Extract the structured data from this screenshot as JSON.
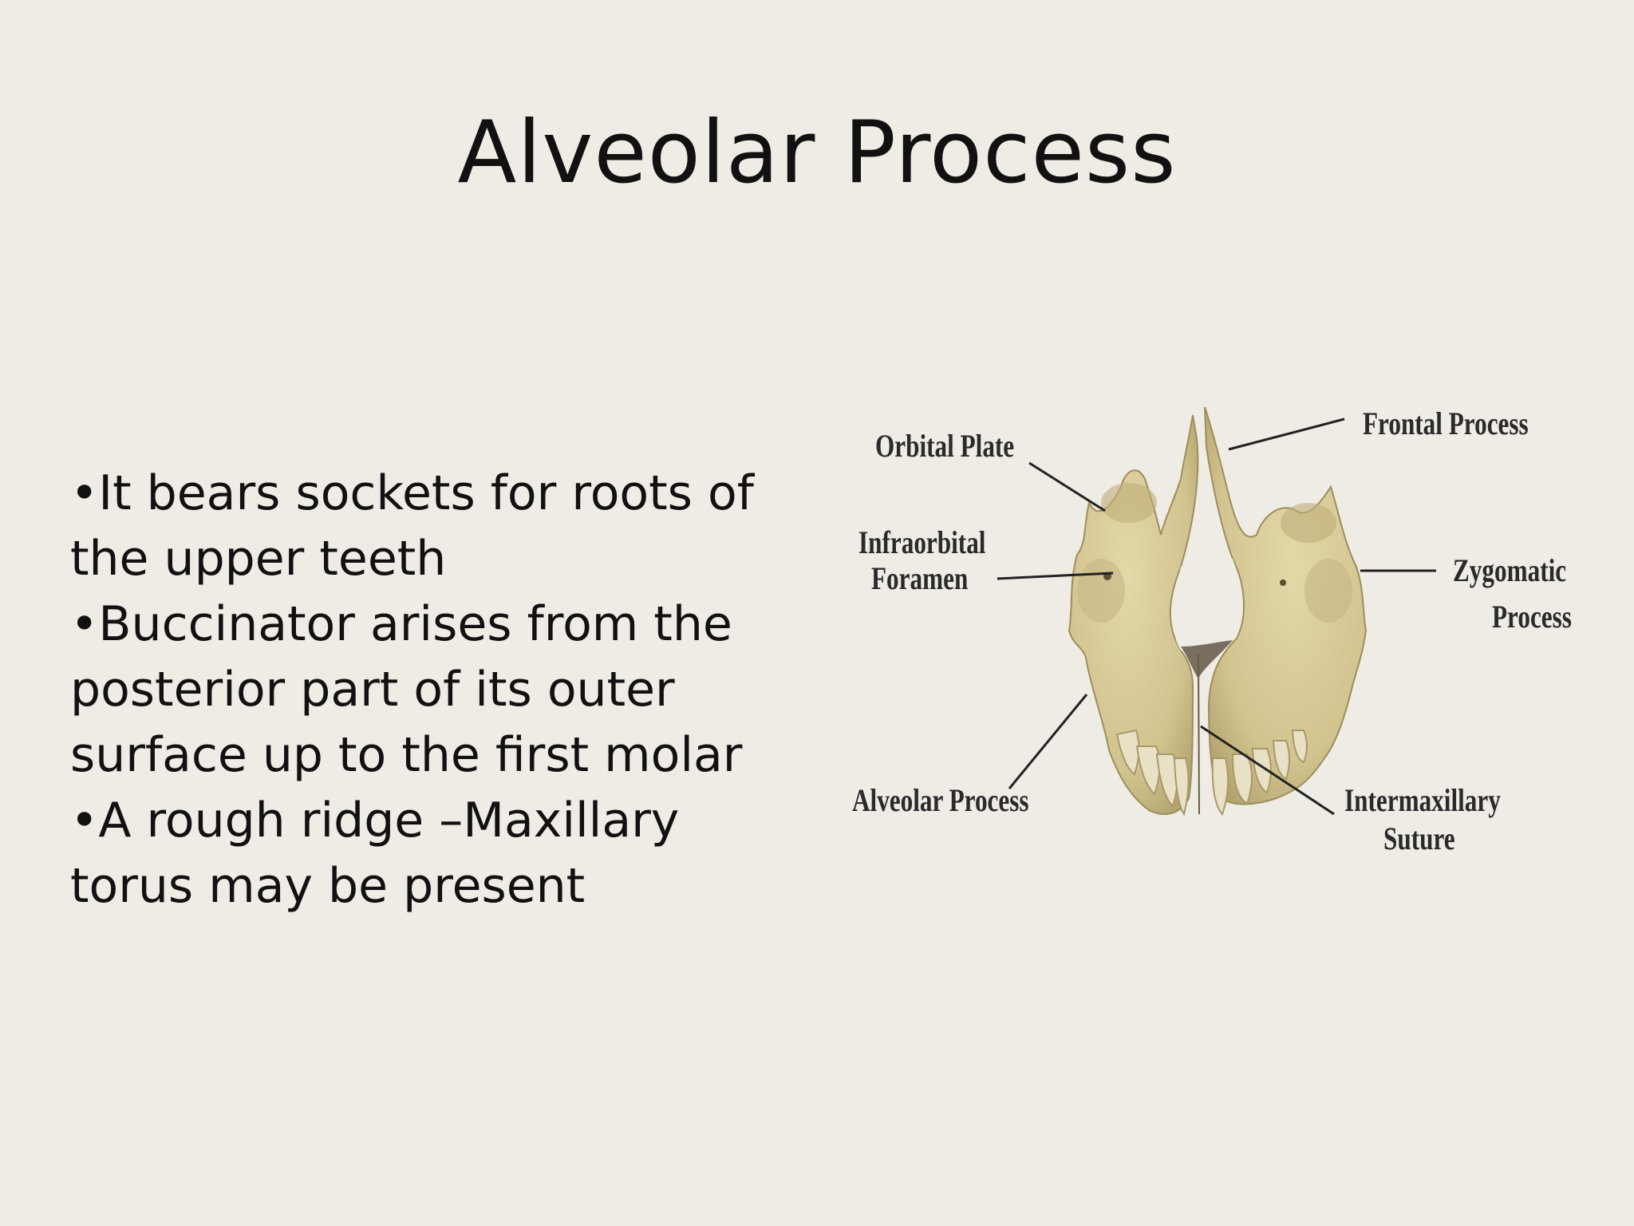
{
  "slide": {
    "title": "Alveolar Process",
    "bullets": [
      "•It bears sockets for roots of the upper teeth",
      "•Buccinator arises from the posterior part of its outer surface up to the first molar",
      "•A rough ridge –Maxillary torus may be present"
    ]
  },
  "figure": {
    "labels": {
      "orbital_plate": "Orbital Plate",
      "frontal_process": "Frontal Process",
      "infraorbital_line1": "Infraorbital",
      "infraorbital_line2": "Foramen",
      "zygomatic_line1": "Zygomatic",
      "zygomatic_line2": "Process",
      "alveolar_process": "Alveolar Process",
      "intermaxillary_line1": "Intermaxillary",
      "intermaxillary_line2": "Suture"
    },
    "colors": {
      "bone": "#d8cc9a",
      "bone_shadow": "#a9996a",
      "tooth": "#e6dfc4",
      "leader": "#222222"
    }
  }
}
